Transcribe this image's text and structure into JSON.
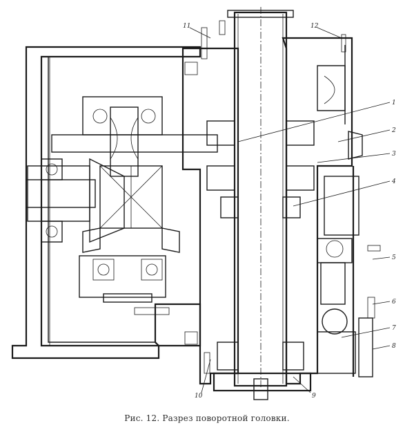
{
  "caption": "Рис. 12. Разрез поворотной головки.",
  "callouts": [
    "1",
    "2",
    "3",
    "4",
    "5",
    "6",
    "7",
    "8",
    "9",
    "10",
    "11",
    "12"
  ],
  "colors": {
    "ink": "#1a1a1a",
    "paper": "#ffffff"
  }
}
